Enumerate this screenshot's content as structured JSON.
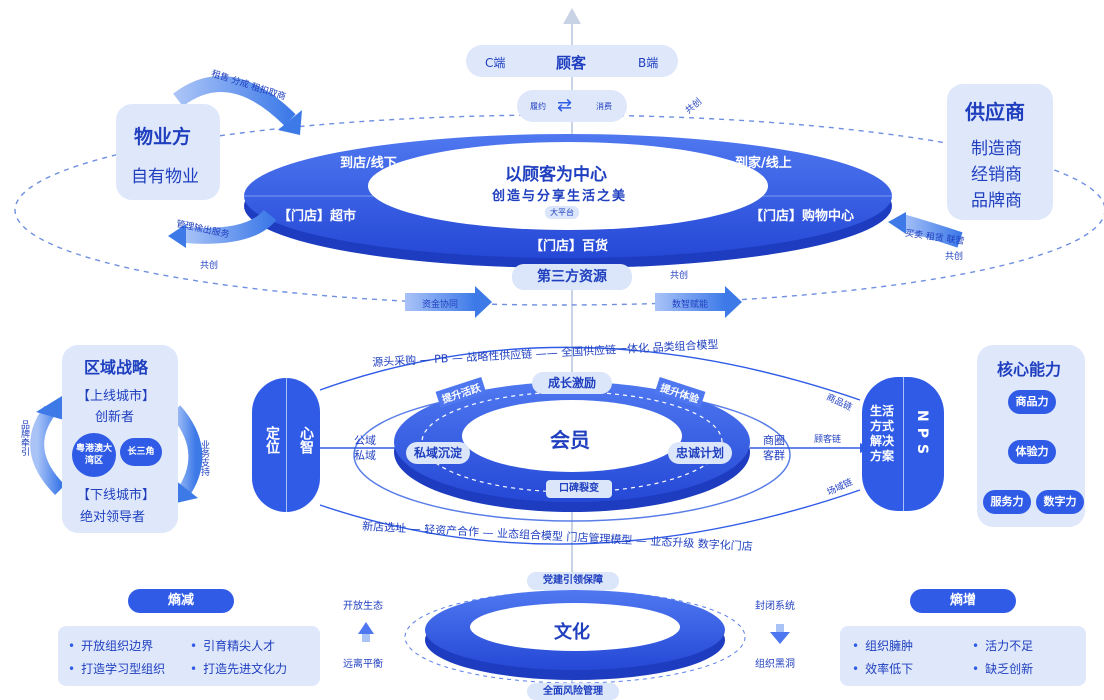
{
  "customer": {
    "c_end": "C端",
    "title": "顾客",
    "b_end": "B端",
    "fulfil": "履约",
    "consume": "消费",
    "co_create": "共创"
  },
  "property": {
    "title": "物业方",
    "sub": "自有物业",
    "arrow_top": "租售 分成 租扣取商",
    "arrow_bottom": "管理输出服务",
    "co_create": "共创"
  },
  "supplier": {
    "title": "供应商",
    "items": [
      "制造商",
      "经销商",
      "品牌商"
    ],
    "arrow": "买卖 租赁 联营",
    "co_create": "共创"
  },
  "top_ring": {
    "center_title": "以顾客为中心",
    "center_sub": "创造与分享生活之美",
    "platform": "大平台",
    "offline": "到店/线下",
    "online": "到家/线上",
    "supermarket": "【门店】超市",
    "mall": "【门店】购物中心",
    "department": "【门店】百货"
  },
  "third_party": {
    "label": "第三方资源",
    "co_create": "共创",
    "capital": "资金协同",
    "digital": "数智赋能"
  },
  "supply_chain_text": "源头采购 — PB — 战略性供应链 —— 全国供应链一体化 品类组合模型",
  "store_model_text": "新店选址 — 轻资产合作 — 业态组合模型 门店管理模型 — 业态升级 数字化门店",
  "member_ring": {
    "center": "会员",
    "growth": "成长激励",
    "private": "私域沉淀",
    "loyalty": "忠诚计划",
    "activity": "提升活跃",
    "experience": "提升体验",
    "referral": "口碑裂变",
    "public": "公域",
    "private_domain": "私域",
    "circle": "商圈",
    "group": "客群"
  },
  "positioning": {
    "left": "定位",
    "right": "心智"
  },
  "nps": {
    "left": "生活方式解决方案",
    "right": "NPS",
    "chain1": "商品链",
    "chain2": "顾客链",
    "chain3": "场域链"
  },
  "region": {
    "title": "区域战略",
    "upper": "【上线城市】",
    "innovator": "创新者",
    "gba": "粤港澳大湾区",
    "yrd": "长三角",
    "lower": "【下线城市】",
    "leader": "绝对领导者",
    "left_arrow": "品牌牵引",
    "right_arrow": "业务支持"
  },
  "core": {
    "title": "核心能力",
    "product": "商品力",
    "experience": "体验力",
    "service": "服务力",
    "digital": "数字力"
  },
  "culture": {
    "label": "文化",
    "top": "党建引领保障",
    "bottom": "全面风险管理",
    "open": "开放生态",
    "balance": "远离平衡",
    "closed": "封闭系统",
    "blackhole": "组织黑洞"
  },
  "entropy_dec": {
    "title": "熵减",
    "items": [
      "开放组织边界",
      "引育精尖人才",
      "打造学习型组织",
      "打造先进文化力"
    ]
  },
  "entropy_inc": {
    "title": "熵增",
    "items": [
      "组织臃肿",
      "活力不足",
      "效率低下",
      "缺乏创新"
    ]
  }
}
